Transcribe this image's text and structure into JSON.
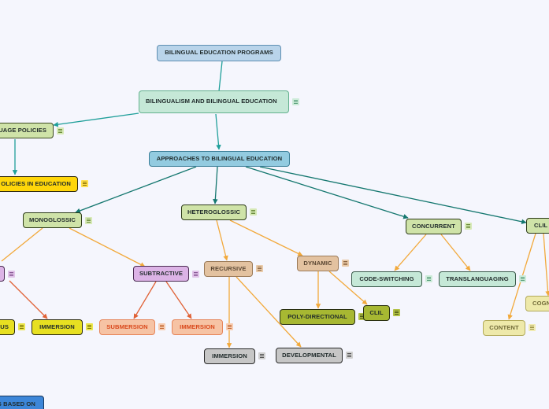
{
  "nodes": {
    "root": "BILINGUAL EDUCATION PROGRAMS",
    "bilingualism": "BILINGUALISM AND BILINGUAL EDUCATION",
    "language_policies": "UAGE POLICIES",
    "policies_in_education": "OLICIES IN EDUCATION",
    "approaches": "APPROACHES TO BILINGUAL EDUCATION",
    "monoglossic": "MONOGLOSSIC",
    "heteroglossic": "HETEROGLOSSIC",
    "concurrent": "CONCURRENT",
    "clil_right": "CLIL",
    "subtractive": "SUBTRACTIVE",
    "recursive": "RECURSIVE",
    "dynamic": "DYNAMIC",
    "code_switching": "CODE-SWITCHING",
    "translanguaging": "TRANSLANGUAGING",
    "content": "CONTENT",
    "cogn": "COGN",
    "us_partial": "US",
    "immersion_yellow": "IMMERSION",
    "submersion": "SUBMERSION",
    "immersion_orange": "IMMERSION",
    "poly_directional": "POLY-DIRECTIONAL",
    "clil_dynamic": "CLIL",
    "immersion_gray": "IMMERSION",
    "developmental": "DEVELOPMENTAL",
    "based_on_partial": "S BASED ON"
  },
  "colors": {
    "background": "#f5f6fd",
    "teal_edge": "#1f9f9a",
    "dark_teal_edge": "#14776f",
    "orange_edge": "#f2a93b",
    "red_edge": "#e06135"
  }
}
